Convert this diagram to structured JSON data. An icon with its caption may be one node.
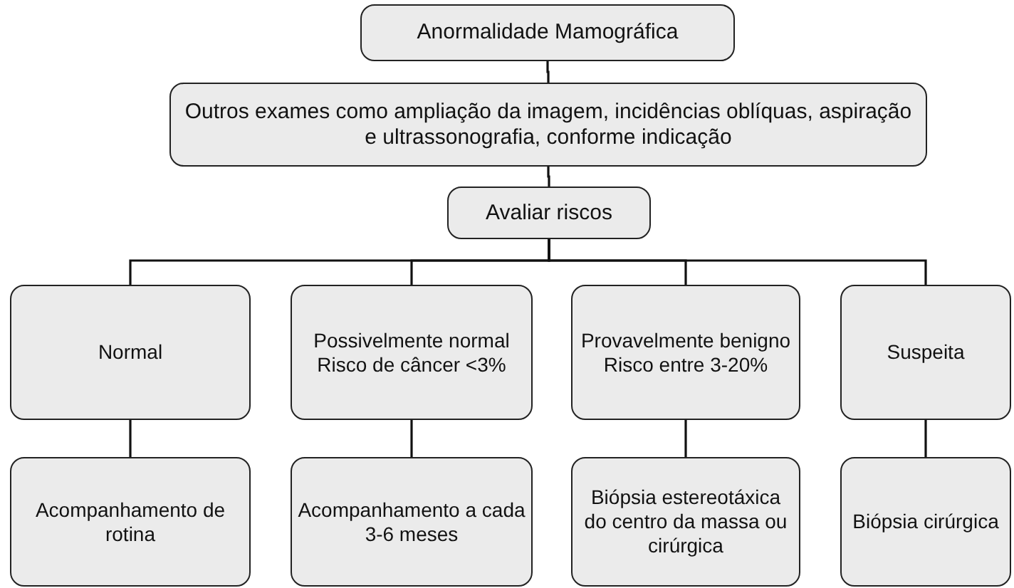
{
  "diagram": {
    "nodes": [
      {
        "text": [
          "Anormalidade Mamográfica"
        ]
      },
      {
        "text": [
          "Outros exames como ampliação da imagem, incidências oblíquas, aspiração e ultrassonografia, conforme indicação"
        ]
      },
      {
        "text": [
          "Avaliar riscos"
        ]
      },
      {
        "text": [
          "Normal"
        ]
      },
      {
        "text": [
          "Possivelmente normal",
          "Risco de câncer <3%"
        ]
      },
      {
        "text": [
          "Provavelmente benigno",
          "Risco entre 3-20%"
        ]
      },
      {
        "text": [
          "Suspeita"
        ]
      },
      {
        "text": [
          "Acompanhamento de rotina"
        ]
      },
      {
        "text": [
          "Acompanhamento a cada 3-6 meses"
        ]
      },
      {
        "text": [
          "Biópsia estereotáxica do centro da massa ou cirúrgica"
        ]
      },
      {
        "text": [
          "Biópsia cirúrgica"
        ]
      }
    ],
    "edges": [
      {
        "from": 0,
        "to": 1,
        "arrow": "none"
      },
      {
        "from": 1,
        "to": 2,
        "arrow": "none"
      },
      {
        "from": 2,
        "to": 3,
        "arrow": "none"
      },
      {
        "from": 2,
        "to": 4,
        "arrow": "none"
      },
      {
        "from": 2,
        "to": 5,
        "arrow": "none"
      },
      {
        "from": 2,
        "to": 6,
        "arrow": "none"
      },
      {
        "from": 3,
        "to": 7,
        "arrow": "none"
      },
      {
        "from": 4,
        "to": 8,
        "arrow": "none"
      },
      {
        "from": 5,
        "to": 9,
        "arrow": "none"
      },
      {
        "from": 6,
        "to": 10,
        "arrow": "none"
      }
    ]
  }
}
